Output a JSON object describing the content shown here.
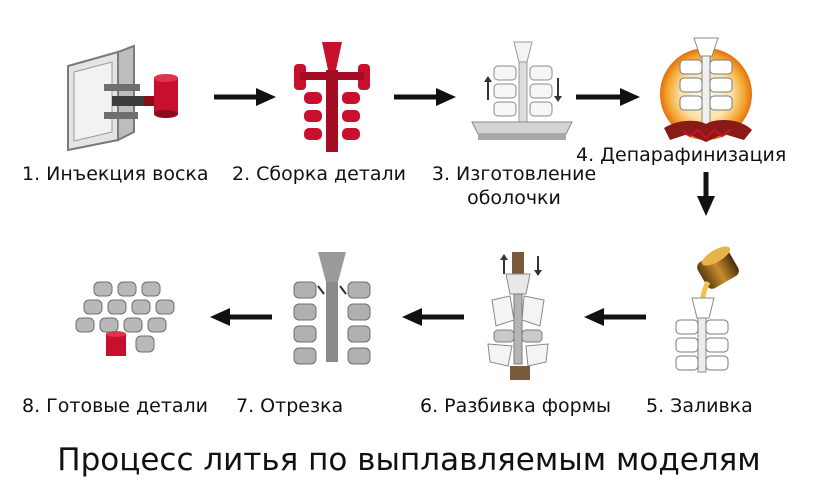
{
  "title": "Процесс литья по выплавляемым моделям",
  "steps": [
    {
      "label": "1. Инъекция воска"
    },
    {
      "label": "2. Сборка детали"
    },
    {
      "label_line1": "3. Изготовление",
      "label_line2": "оболочки"
    },
    {
      "label": "4. Депарафинизация"
    },
    {
      "label": "5. Заливка"
    },
    {
      "label": "6. Разбивка формы"
    },
    {
      "label": "7. Отрезка"
    },
    {
      "label": "8. Готовые детали"
    }
  ],
  "colors": {
    "wax_red": "#c8102e",
    "ceramic_white": "#e8e8e8",
    "metal_gray": "#8e8e8e",
    "arrow": "#111111",
    "fire": "#f2a22c"
  },
  "icons": [
    "injection-machine",
    "wax-tree",
    "shell-tree",
    "dewax-furnace",
    "pouring-ladle",
    "broken-mold",
    "cut-tree",
    "finished-parts"
  ]
}
